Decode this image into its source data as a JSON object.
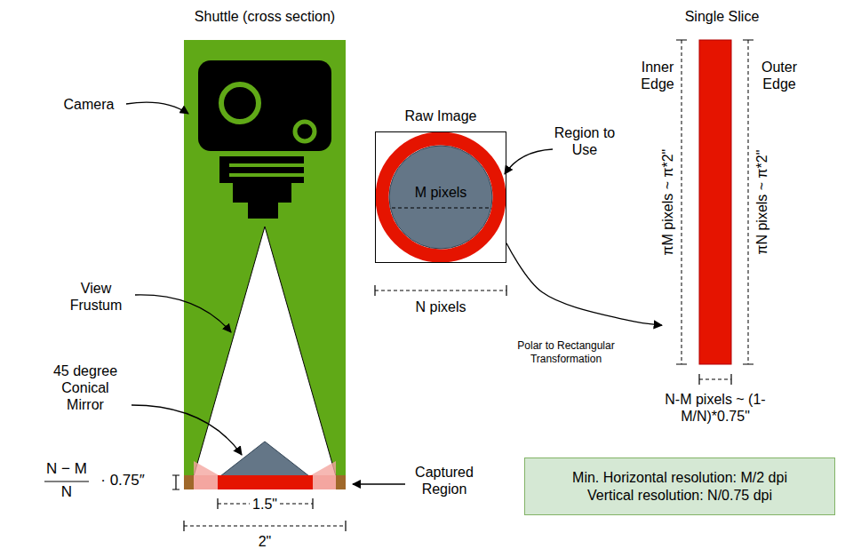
{
  "diagram": {
    "nodes": [
      {
        "text": [
          "Shuttle (cross section)"
        ]
      },
      {
        "text": [
          "Raw Image",
          "M pixels"
        ]
      },
      {
        "text": [
          "Single Slice"
        ]
      },
      {
        "text": [
          "Min. Horizontal resolution: M/2 dpi",
          "Vertical resolution: N/0.75 dpi"
        ]
      }
    ],
    "edges": [
      {
        "from": 1,
        "to": 2,
        "arrow": "to",
        "label": "Polar to Rectangular Transformation"
      }
    ],
    "labels": [
      "Camera",
      "View Frustum",
      "45 degree Conical Mirror",
      "Captured Region",
      "N − M",
      "N",
      "· 0.75″",
      "1.5\"",
      "2\"",
      "N pixels",
      "Region to Use",
      "Inner Edge",
      "Outer Edge",
      "πM pixels ~ π*2\"",
      "πN pixels ~ π*2\"",
      "N-M pixels ~ (1-M/N)*0.75\""
    ]
  }
}
